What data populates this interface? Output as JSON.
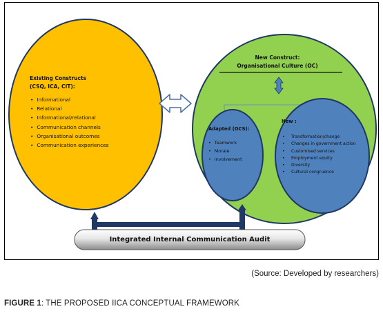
{
  "diagram": {
    "existing": {
      "title_line1": "Existing Constructs",
      "title_line2": "(CSQ, ICA, CIT):",
      "items": [
        "Informational",
        "Relational",
        "Informational/relational",
        "Communication channels",
        "Organisational outcomes",
        "Communication experiences"
      ]
    },
    "new_construct": {
      "title_line1": "New Construct:",
      "title_line2": "Organisational Culture (OC)"
    },
    "adapted": {
      "title": "Adapted (OCS):",
      "items": [
        "Teamwork",
        "Morale",
        "Involvement"
      ]
    },
    "new": {
      "title": "New :",
      "items": [
        "Transformation/change",
        "Changes in government action",
        "Customised services",
        "Employment equity",
        "Diversity",
        "Cultural congruence"
      ]
    },
    "audit_label": "Integrated Internal Communication Audit",
    "colors": {
      "existing_fill": "#FFC000",
      "outer_green": "#92D050",
      "inner_blue": "#4F81BD",
      "arrow_navy": "#1F3864"
    }
  },
  "source_note": "(Source: Developed by researchers)",
  "caption": {
    "label": "FIGURE 1",
    "text": ":  THE PROPOSED IICA CONCEPTUAL FRAMEWORK"
  }
}
